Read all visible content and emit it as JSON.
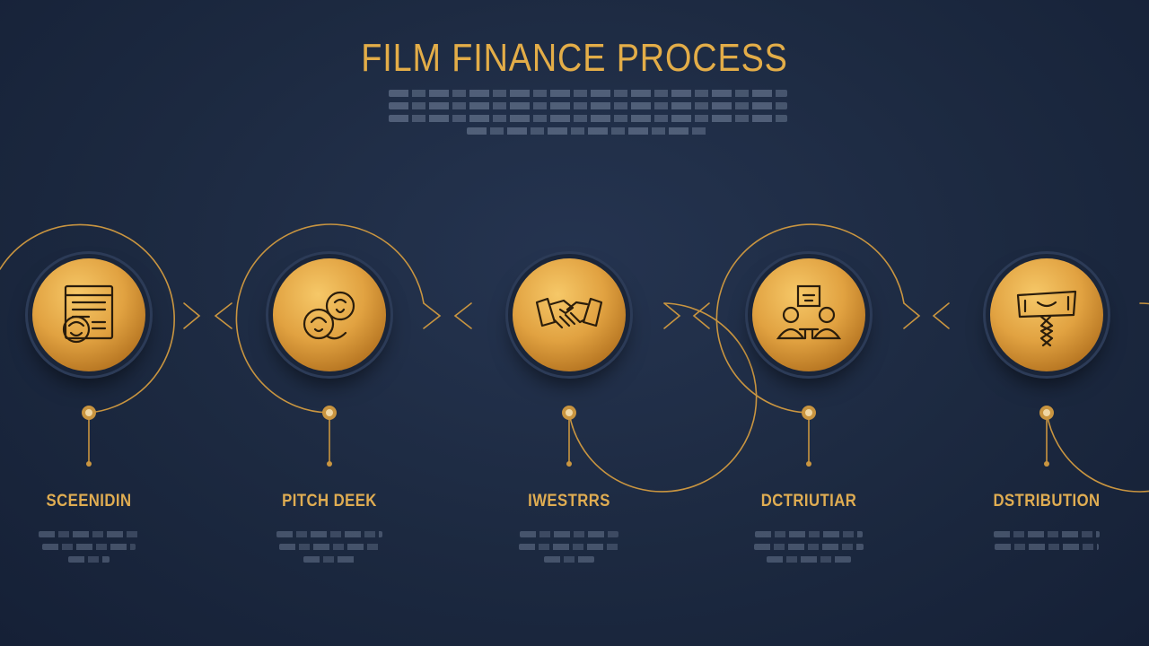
{
  "title": "FILM FINANCE PROCESS",
  "colors": {
    "accent": "#e3ad48",
    "background": "#1c2940",
    "line": "#c99540"
  },
  "steps": [
    {
      "label": "SCEENIDIN",
      "icon": "screenplay-icon"
    },
    {
      "label": "PITCH DEEK",
      "icon": "pitch-icon"
    },
    {
      "label": "IWESTRRS",
      "icon": "handshake-icon"
    },
    {
      "label": "DCTRIUTIAR",
      "icon": "meeting-icon"
    },
    {
      "label": "DSTRIBUTION",
      "icon": "distribution-icon"
    }
  ]
}
